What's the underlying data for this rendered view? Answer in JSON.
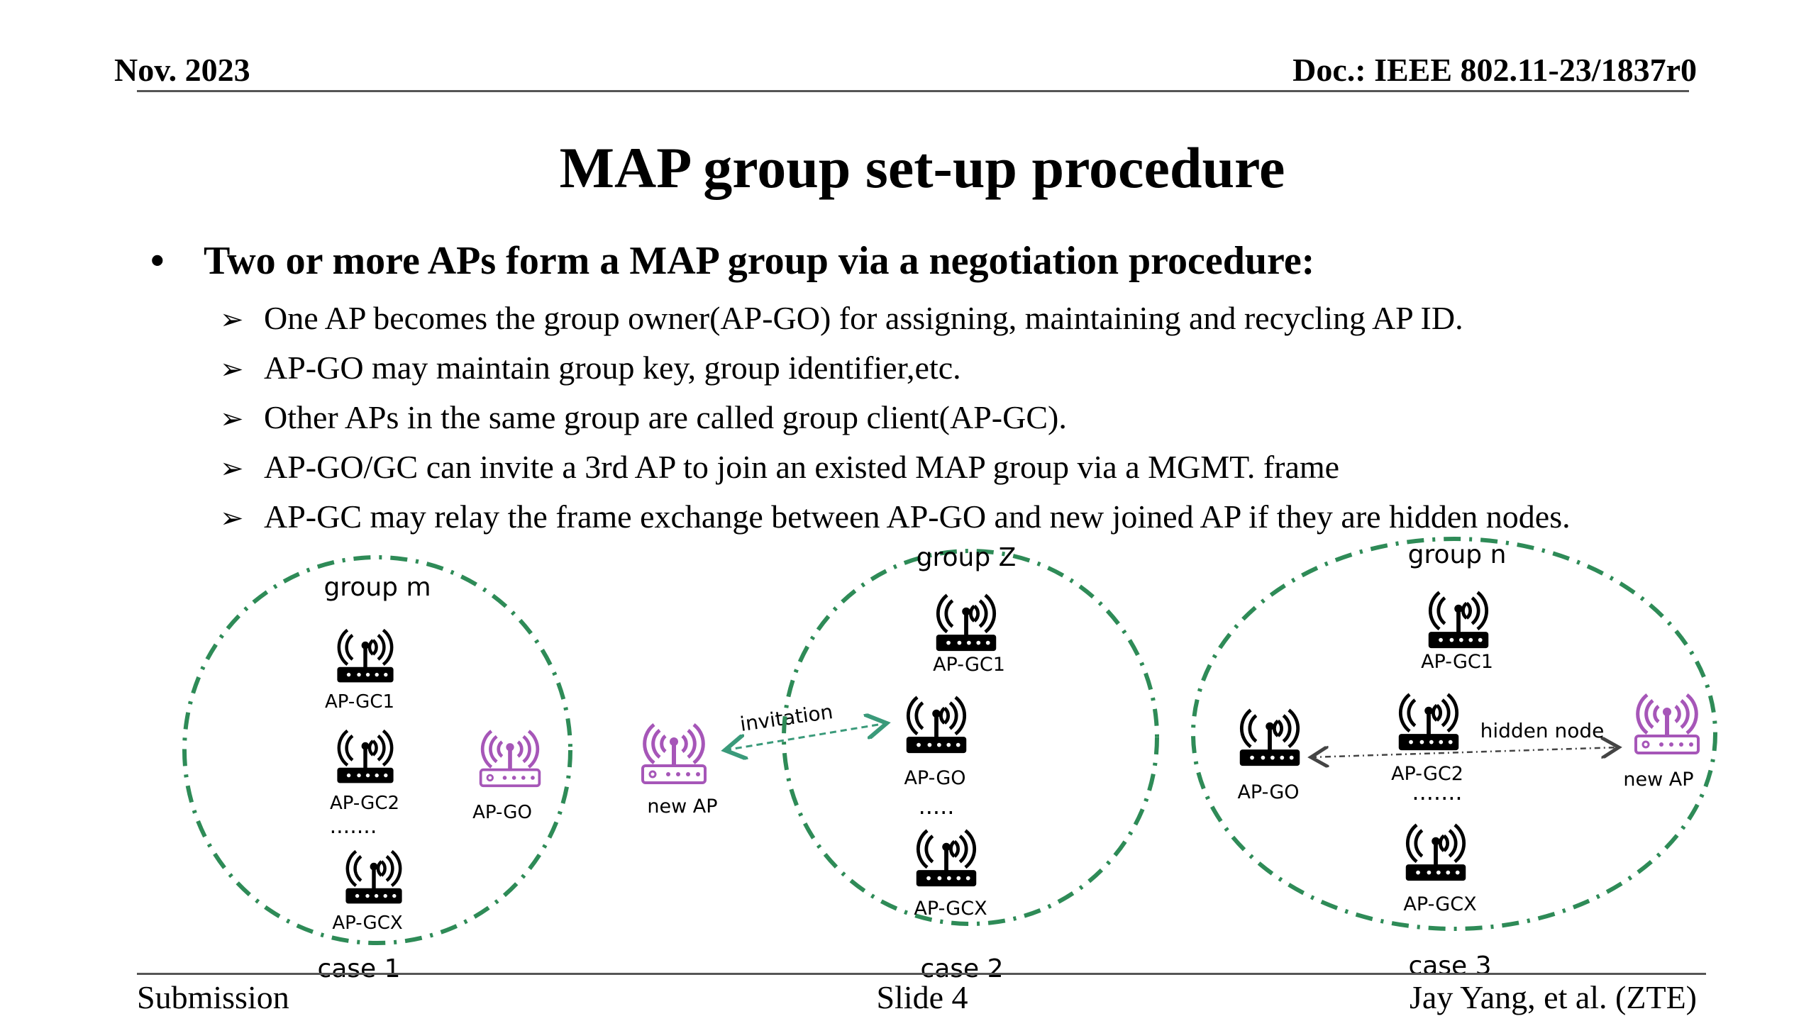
{
  "header": {
    "date": "Nov. 2023",
    "doc": "Doc.: IEEE 802.11-23/1837r0"
  },
  "title": "MAP group set-up procedure",
  "bullet": "Two or more APs form a MAP group via a negotiation procedure:",
  "subbullets": [
    "One AP becomes the group owner(AP-GO) for assigning, maintaining and recycling AP ID.",
    "AP-GO may maintain group key, group identifier,etc.",
    "Other APs in the same group are called group client(AP-GC).",
    "AP-GO/GC can invite a 3rd AP to join an existed MAP group via a MGMT. frame",
    "AP-GC may relay the frame exchange between AP-GO and new joined AP if they are hidden nodes."
  ],
  "diagram": {
    "case1": {
      "group": "group m",
      "gc1": "AP-GC1",
      "gc2": "AP-GC2",
      "dots": ".......",
      "gcx": "AP-GCX",
      "go": "AP-GO",
      "label": "case 1"
    },
    "case2": {
      "newap": "new AP",
      "arrow": "invitation",
      "group": "group Z",
      "gc1": "AP-GC1",
      "go": "AP-GO",
      "dots": ".....",
      "gcx": "AP-GCX",
      "label": "case 2"
    },
    "case3": {
      "group": "group n",
      "gc1": "AP-GC1",
      "go": "AP-GO",
      "gc2": "AP-GC2",
      "hidden": "hidden node",
      "dots": ".......",
      "gcx": "AP-GCX",
      "newap": "new AP",
      "label": "case 3"
    },
    "colors": {
      "circle": "#2e8b57",
      "router": "#000000",
      "new_router": "#a656b8",
      "arrow": "#3a9a7a"
    }
  },
  "footer": {
    "left": "Submission",
    "center": "Slide 4",
    "right": "Jay Yang, et al. (ZTE)"
  }
}
